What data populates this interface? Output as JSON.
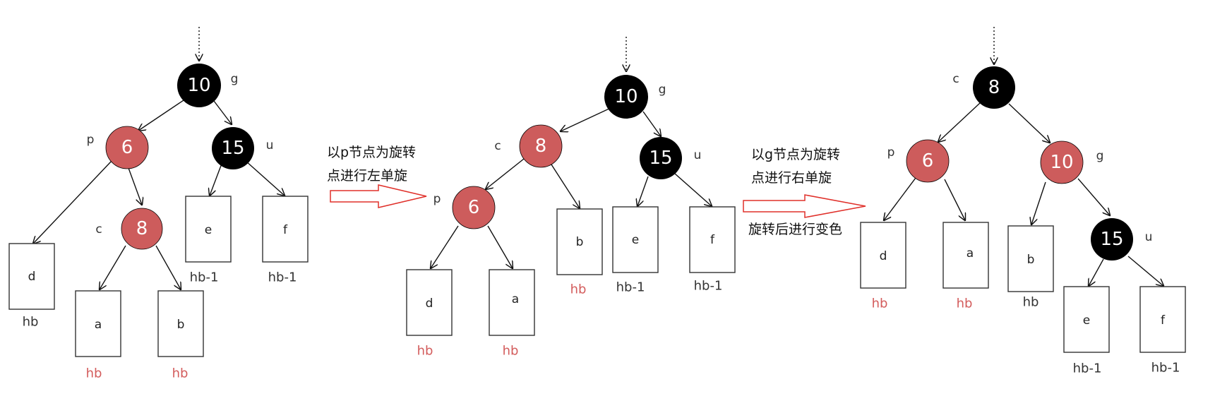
{
  "colors": {
    "red": "#cd5c5c",
    "black": "#000000",
    "red_text": "#d35c5c",
    "dark_text": "#333333"
  },
  "trees": [
    {
      "nodes": [
        {
          "id": "g",
          "value": "10",
          "color": "black",
          "tag": "g"
        },
        {
          "id": "p",
          "value": "6",
          "color": "red",
          "tag": "p"
        },
        {
          "id": "u",
          "value": "15",
          "color": "black",
          "tag": "u"
        },
        {
          "id": "c",
          "value": "8",
          "color": "red",
          "tag": "c"
        }
      ],
      "boxes": [
        {
          "id": "d",
          "label": "d",
          "height": "hb",
          "height_color": "dark"
        },
        {
          "id": "a",
          "label": "a",
          "height": "hb",
          "height_color": "red"
        },
        {
          "id": "b",
          "label": "b",
          "height": "hb",
          "height_color": "red"
        },
        {
          "id": "e",
          "label": "e",
          "height": "hb-1",
          "height_color": "dark"
        },
        {
          "id": "f",
          "label": "f",
          "height": "hb-1",
          "height_color": "dark"
        }
      ]
    },
    {
      "nodes": [
        {
          "id": "g",
          "value": "10",
          "color": "black",
          "tag": "g"
        },
        {
          "id": "c",
          "value": "8",
          "color": "red",
          "tag": "c"
        },
        {
          "id": "u",
          "value": "15",
          "color": "black",
          "tag": "u"
        },
        {
          "id": "p",
          "value": "6",
          "color": "red",
          "tag": "p"
        }
      ],
      "boxes": [
        {
          "id": "d",
          "label": "d",
          "height": "hb",
          "height_color": "red"
        },
        {
          "id": "a",
          "label": "a",
          "height": "hb",
          "height_color": "red"
        },
        {
          "id": "b",
          "label": "b",
          "height": "hb",
          "height_color": "red"
        },
        {
          "id": "e",
          "label": "e",
          "height": "hb-1",
          "height_color": "dark"
        },
        {
          "id": "f",
          "label": "f",
          "height": "hb-1",
          "height_color": "dark"
        }
      ]
    },
    {
      "nodes": [
        {
          "id": "c",
          "value": "8",
          "color": "black",
          "tag": "c"
        },
        {
          "id": "p",
          "value": "6",
          "color": "red",
          "tag": "p"
        },
        {
          "id": "g",
          "value": "10",
          "color": "red",
          "tag": "g"
        },
        {
          "id": "u",
          "value": "15",
          "color": "black",
          "tag": "u"
        }
      ],
      "boxes": [
        {
          "id": "d",
          "label": "d",
          "height": "hb",
          "height_color": "red"
        },
        {
          "id": "a",
          "label": "a",
          "height": "hb",
          "height_color": "red"
        },
        {
          "id": "b",
          "label": "b",
          "height": "hb",
          "height_color": "dark"
        },
        {
          "id": "e",
          "label": "e",
          "height": "hb-1",
          "height_color": "dark"
        },
        {
          "id": "f",
          "label": "f",
          "height": "hb-1",
          "height_color": "dark"
        }
      ]
    }
  ],
  "steps": [
    {
      "lines": [
        "以p节点为旋转",
        "点进行左单旋"
      ]
    },
    {
      "lines": [
        "以g节点为旋转",
        "点进行右单旋",
        "旋转后进行变色"
      ]
    }
  ]
}
